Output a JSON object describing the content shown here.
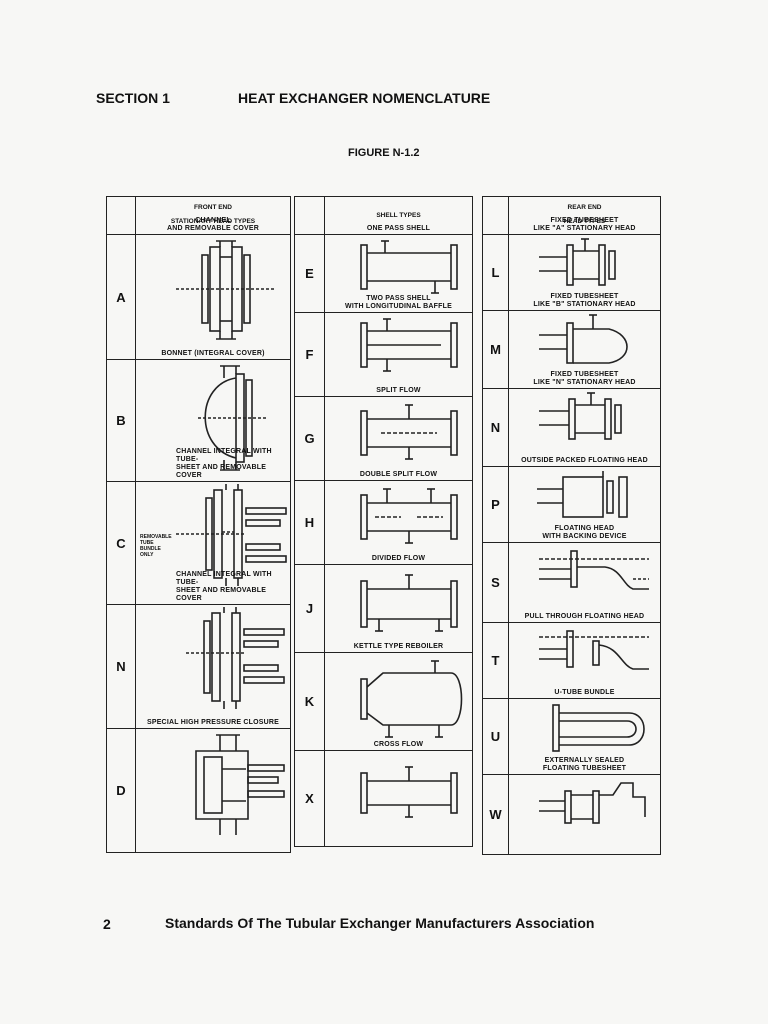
{
  "header": {
    "section": "SECTION 1",
    "title": "HEAT EXCHANGER NOMENCLATURE",
    "figure": "FIGURE N-1.2"
  },
  "front_end": {
    "heading_line1": "FRONT END",
    "heading_line2": "STATIONARY HEAD TYPES",
    "rows": [
      {
        "letter": "A",
        "caption_line1": "CHANNEL",
        "caption_line2": "AND REMOVABLE COVER"
      },
      {
        "letter": "B",
        "caption_line1": "BONNET (INTEGRAL COVER)",
        "caption_line2": ""
      },
      {
        "letter": "C",
        "caption_line1": "CHANNEL INTEGRAL WITH TUBE-",
        "caption_line2": "SHEET AND REMOVABLE COVER",
        "side_note": "REMOVABLE TUBE BUNDLE ONLY"
      },
      {
        "letter": "N",
        "caption_line1": "CHANNEL INTEGRAL WITH TUBE-",
        "caption_line2": "SHEET AND REMOVABLE COVER"
      },
      {
        "letter": "D",
        "caption_line1": "SPECIAL HIGH PRESSURE CLOSURE",
        "caption_line2": ""
      }
    ]
  },
  "shell": {
    "heading": "SHELL TYPES",
    "rows": [
      {
        "letter": "E",
        "caption_line1": "ONE PASS SHELL",
        "caption_line2": ""
      },
      {
        "letter": "F",
        "caption_line1": "TWO PASS SHELL",
        "caption_line2": "WITH LONGITUDINAL BAFFLE"
      },
      {
        "letter": "G",
        "caption_line1": "SPLIT FLOW",
        "caption_line2": ""
      },
      {
        "letter": "H",
        "caption_line1": "DOUBLE SPLIT FLOW",
        "caption_line2": ""
      },
      {
        "letter": "J",
        "caption_line1": "DIVIDED FLOW",
        "caption_line2": ""
      },
      {
        "letter": "K",
        "caption_line1": "KETTLE TYPE REBOILER",
        "caption_line2": ""
      },
      {
        "letter": "X",
        "caption_line1": "CROSS FLOW",
        "caption_line2": ""
      }
    ]
  },
  "rear_end": {
    "heading_line1": "REAR END",
    "heading_line2": "HEAD TYPES",
    "rows": [
      {
        "letter": "L",
        "caption_line1": "FIXED TUBESHEET",
        "caption_line2": "LIKE \"A\" STATIONARY HEAD"
      },
      {
        "letter": "M",
        "caption_line1": "FIXED TUBESHEET",
        "caption_line2": "LIKE \"B\" STATIONARY HEAD"
      },
      {
        "letter": "N",
        "caption_line1": "FIXED TUBESHEET",
        "caption_line2": "LIKE \"N\" STATIONARY HEAD"
      },
      {
        "letter": "P",
        "caption_line1": "OUTSIDE PACKED FLOATING HEAD",
        "caption_line2": ""
      },
      {
        "letter": "S",
        "caption_line1": "FLOATING HEAD",
        "caption_line2": "WITH BACKING DEVICE"
      },
      {
        "letter": "T",
        "caption_line1": "PULL THROUGH FLOATING HEAD",
        "caption_line2": ""
      },
      {
        "letter": "U",
        "caption_line1": "U-TUBE BUNDLE",
        "caption_line2": ""
      },
      {
        "letter": "W",
        "caption_line1": "EXTERNALLY SEALED",
        "caption_line2": "FLOATING TUBESHEET"
      }
    ]
  },
  "footer": {
    "page_number": "2",
    "text": "Standards Of The Tubular Exchanger Manufacturers Association"
  }
}
